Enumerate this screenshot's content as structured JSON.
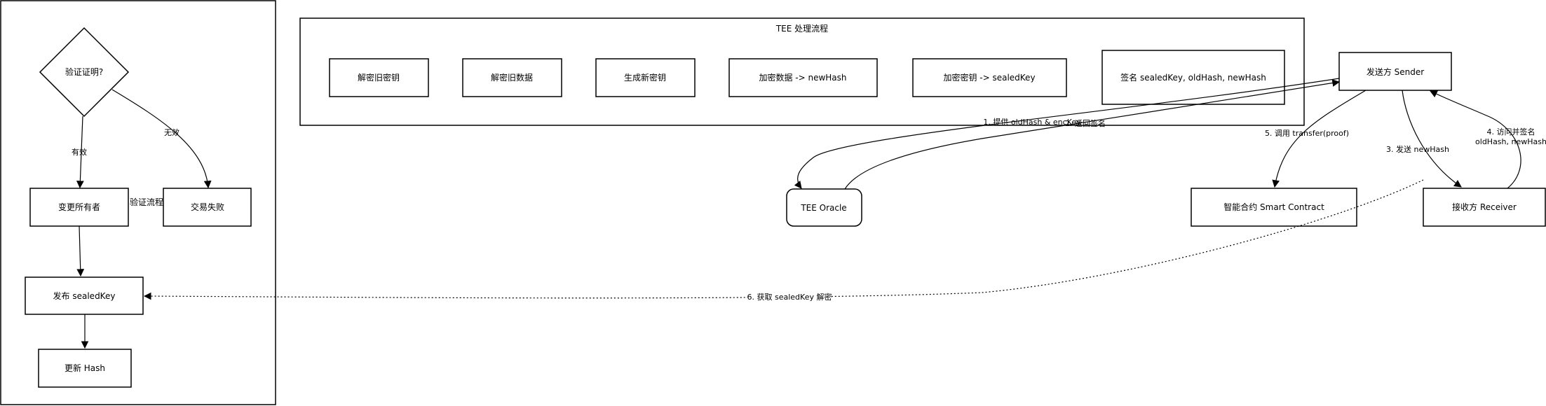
{
  "verification": {
    "decision": "验证证明?",
    "valid_label": "有效",
    "invalid_label": "无效",
    "change_owner": "变更所有者",
    "tx_fail": "交易失败",
    "flow_title": "验证流程",
    "publish_key": "发布 sealedKey",
    "update_hash": "更新 Hash"
  },
  "tee": {
    "title": "TEE 处理流程",
    "steps": [
      "解密旧密钥",
      "解密旧数据",
      "生成新密钥",
      "加密数据 -> newHash",
      "加密密钥 -> sealedKey",
      "签名 sealedKey, oldHash, newHash"
    ]
  },
  "nodes": {
    "sender": "发送方 Sender",
    "oracle": "TEE Oracle",
    "contract": "智能合约 Smart Contract",
    "receiver": "接收方 Receiver"
  },
  "edges": {
    "e1": "1. 提供 oldHash & encKey",
    "e2": "2. 返回签名",
    "e3": "3. 发送 newHash",
    "e4_line1": "4. 访问并签名",
    "e4_line2": "oldHash, newHash",
    "e5": "5. 调用 transfer(proof)",
    "e6": "6. 获取 sealedKey 解密"
  }
}
